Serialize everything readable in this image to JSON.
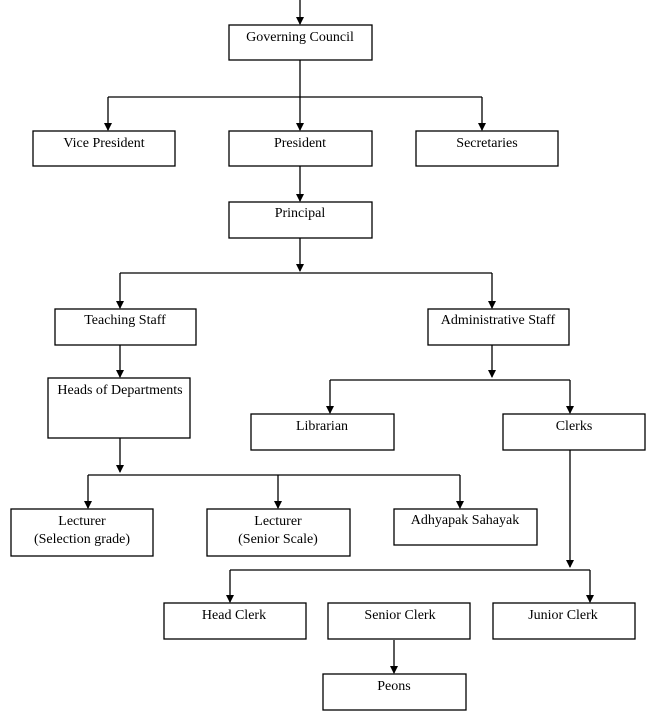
{
  "nodes": {
    "governing_council": "Governing Council",
    "vice_president": "Vice President",
    "president": "President",
    "secretaries": "Secretaries",
    "principal": "Principal",
    "teaching_staff": "Teaching Staff",
    "administrative_staff": "Administrative Staff",
    "heads_of_departments": "Heads of Departments",
    "librarian": "Librarian",
    "clerks": "Clerks",
    "lecturer_selection": {
      "line1": "Lecturer",
      "line2": "(Selection grade)"
    },
    "lecturer_senior": {
      "line1": "Lecturer",
      "line2": "(Senior Scale)"
    },
    "adhyapak_sahayak": "Adhyapak Sahayak",
    "head_clerk": "Head Clerk",
    "senior_clerk": "Senior Clerk",
    "junior_clerk": "Junior Clerk",
    "peons": "Peons"
  }
}
